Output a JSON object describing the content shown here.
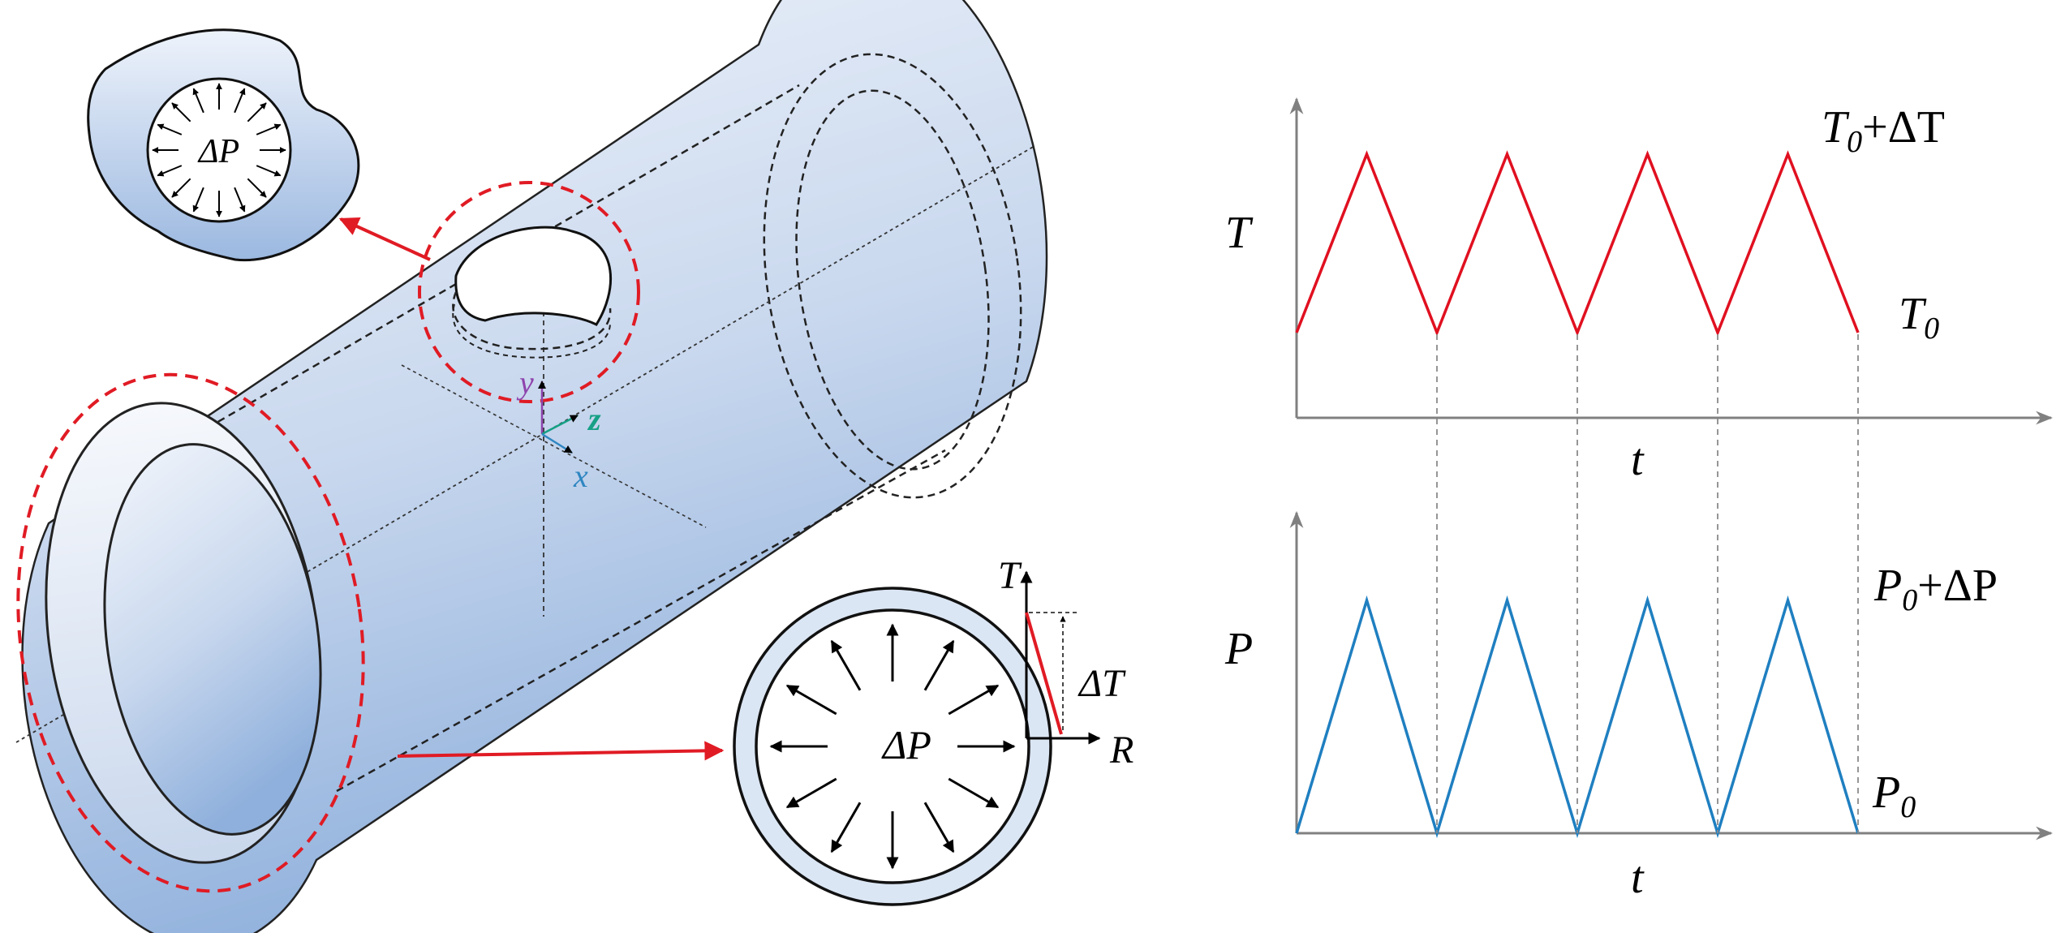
{
  "diagram": {
    "pipe": {
      "fill_color": "#c6d6ec",
      "highlight_color": "#e74c3c",
      "axis_labels": {
        "y": "y",
        "z": "z",
        "x": "x"
      },
      "axis_colors": {
        "y": "#8e44ad",
        "z": "#16a085",
        "x": "#2e86c1"
      }
    },
    "inset_hole": {
      "pressure_label": "ΔP"
    },
    "inset_section": {
      "pressure_label": "ΔP",
      "temperature_axis": "T",
      "radial_axis": "R",
      "gradient_label": "ΔT"
    },
    "temperature_plot": {
      "y_label": "T",
      "x_label": "t",
      "max_base": "T",
      "max_sub": "0",
      "max_suffix": "+ΔT",
      "min_base": "T",
      "min_sub": "0",
      "line_color": "#e01020",
      "cycles": 4,
      "wave_start": "min",
      "wave_end": "min"
    },
    "pressure_plot": {
      "y_label": "P",
      "x_label": "t",
      "max_base": "P",
      "max_sub": "0",
      "max_suffix": "+ΔP",
      "min_base": "P",
      "min_sub": "0",
      "line_color": "#1f7fc0",
      "cycles": 4,
      "wave_start": "min",
      "wave_end": "min"
    },
    "axis_color": "#808080"
  }
}
